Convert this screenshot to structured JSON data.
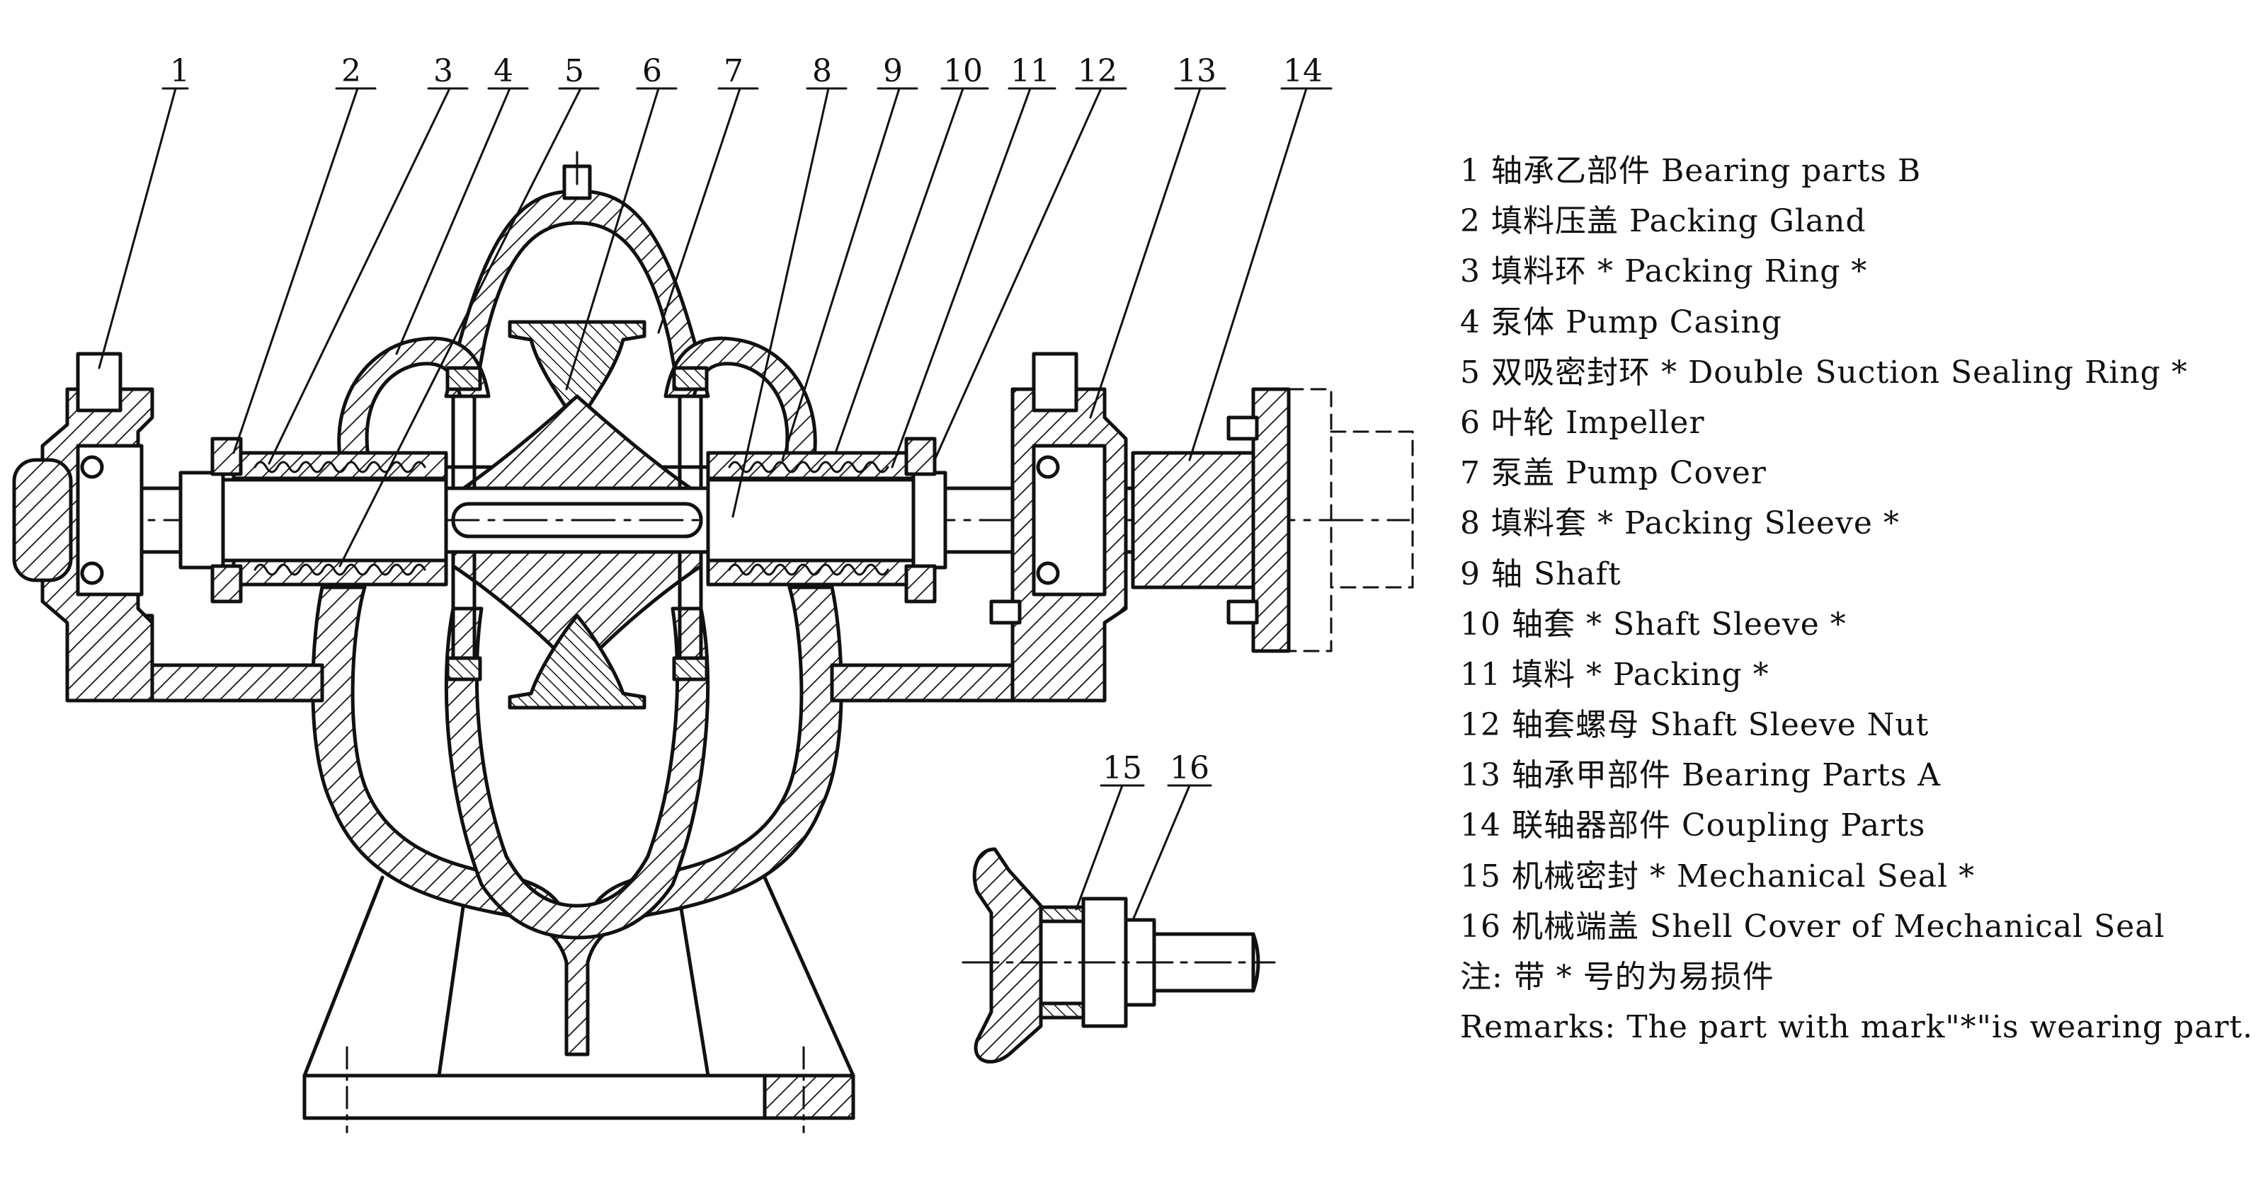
{
  "callouts": [
    "1",
    "2",
    "3",
    "4",
    "5",
    "6",
    "7",
    "8",
    "9",
    "10",
    "11",
    "12",
    "13",
    "14",
    "15",
    "16"
  ],
  "legend": [
    "1 轴承乙部件 Bearing parts B",
    "2 填料压盖 Packing Gland",
    "3 填料环 * Packing Ring *",
    "4 泵体 Pump Casing",
    "5 双吸密封环 * Double Suction Sealing Ring *",
    "6 叶轮 Impeller",
    "7 泵盖  Pump Cover",
    "8 填料套 * Packing Sleeve *",
    "9 轴 Shaft",
    "10 轴套 * Shaft Sleeve *",
    "11 填料 * Packing *",
    "12 轴套螺母 Shaft Sleeve Nut",
    "13 轴承甲部件 Bearing Parts A",
    "14 联轴器部件 Coupling Parts",
    "15 机械密封 * Mechanical Seal *",
    "16 机械端盖 Shell Cover of Mechanical Seal"
  ],
  "note": "注: 带 * 号的为易损件",
  "remarks": "Remarks: The part with mark\"*\"is wearing part."
}
